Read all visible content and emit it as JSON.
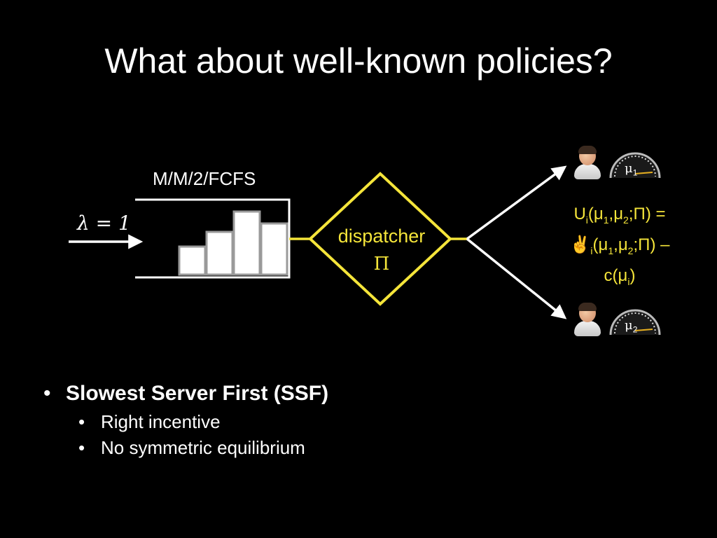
{
  "slide": {
    "title": "What about well-known policies?"
  },
  "diagram": {
    "queue_label": "M/M/2/FCFS",
    "arrival": "λ = 1",
    "dispatcher_label": "dispatcher",
    "dispatcher_symbol": "Π",
    "utility": {
      "line1_U": "U",
      "line1_i": "i",
      "line1_rest_a": "(μ",
      "line1_sub1": "1",
      "line1_rest_b": ",μ",
      "line1_sub2": "2",
      "line1_rest_c": ";Π) =",
      "line2_glyph": "✌",
      "line2_i": "i",
      "line2_rest_a": "(μ",
      "line2_sub1": "1",
      "line2_rest_b": ",μ",
      "line2_sub2": "2",
      "line2_rest_c": ";Π) –",
      "line3_a": "c(μ",
      "line3_i": "i",
      "line3_b": ")"
    },
    "servers": [
      {
        "mu": "μ",
        "sub": "1"
      },
      {
        "mu": "μ",
        "sub": "2"
      }
    ],
    "colors": {
      "accent": "#f5e53a",
      "line": "#ffffff",
      "background": "#000000"
    }
  },
  "bullets": {
    "main": "Slowest Server First (SSF)",
    "sub": [
      "Right incentive",
      "No symmetric equilibrium"
    ]
  }
}
